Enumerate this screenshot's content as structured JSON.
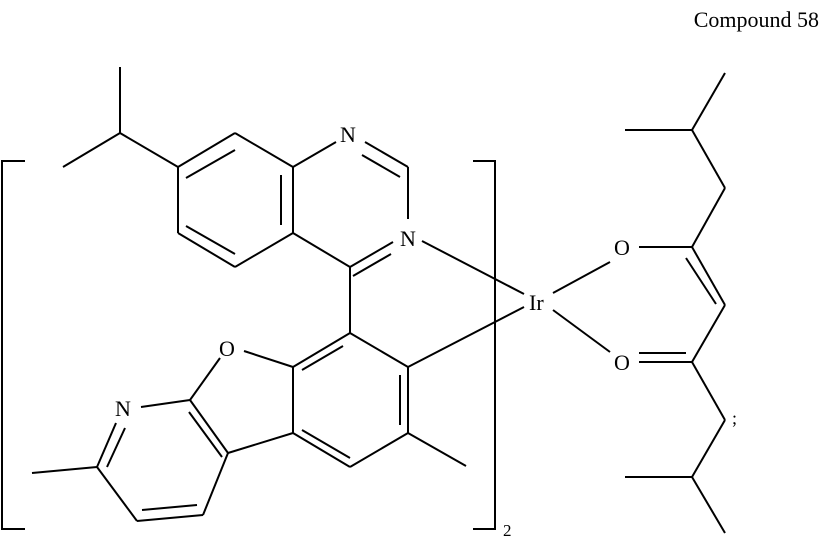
{
  "title": "Compound 58",
  "atoms": {
    "n_pyrimidine_top": "N",
    "n_pyrimidine_coord": "N",
    "ir": "Ir",
    "o_furan": "O",
    "n_pyridine": "N",
    "o_acac_top": "O",
    "o_acac_bottom": "O"
  },
  "bracket_subscript": "2",
  "terminator": ";",
  "colors": {
    "stroke": "#000000",
    "background": "#ffffff"
  }
}
